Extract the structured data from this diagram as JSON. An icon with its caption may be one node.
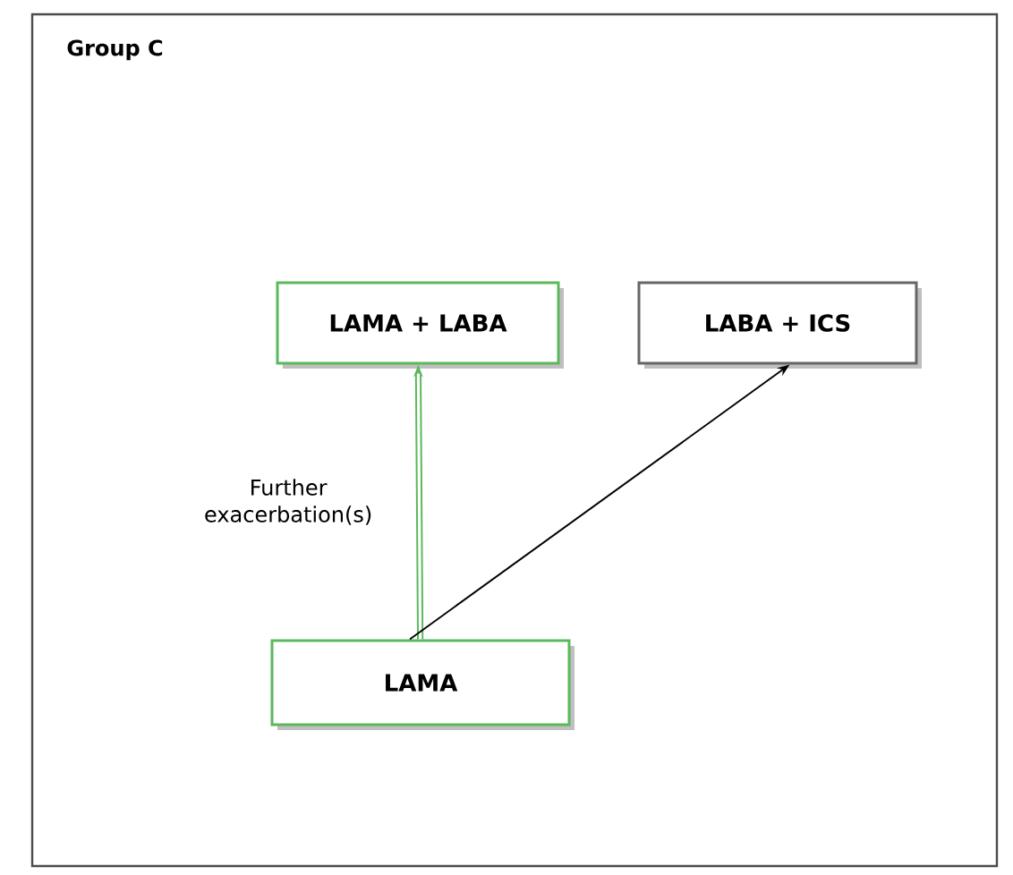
{
  "diagram": {
    "nodes": [
      {
        "text": [
          "Group C"
        ]
      },
      {
        "text": [
          "LAMA + LABA"
        ],
        "in": 0
      },
      {
        "text": [
          "LABA + ICS"
        ],
        "in": 0
      },
      {
        "text": [
          "LAMA"
        ],
        "in": 0
      }
    ],
    "edges": [
      {
        "from": 3,
        "to": 1,
        "arrow": "to",
        "label": "Further exacerbation(s)",
        "style": "thick",
        "color": "#5cb85c"
      },
      {
        "from": 3,
        "to": 2,
        "arrow": "to",
        "color": "#000000"
      }
    ]
  }
}
